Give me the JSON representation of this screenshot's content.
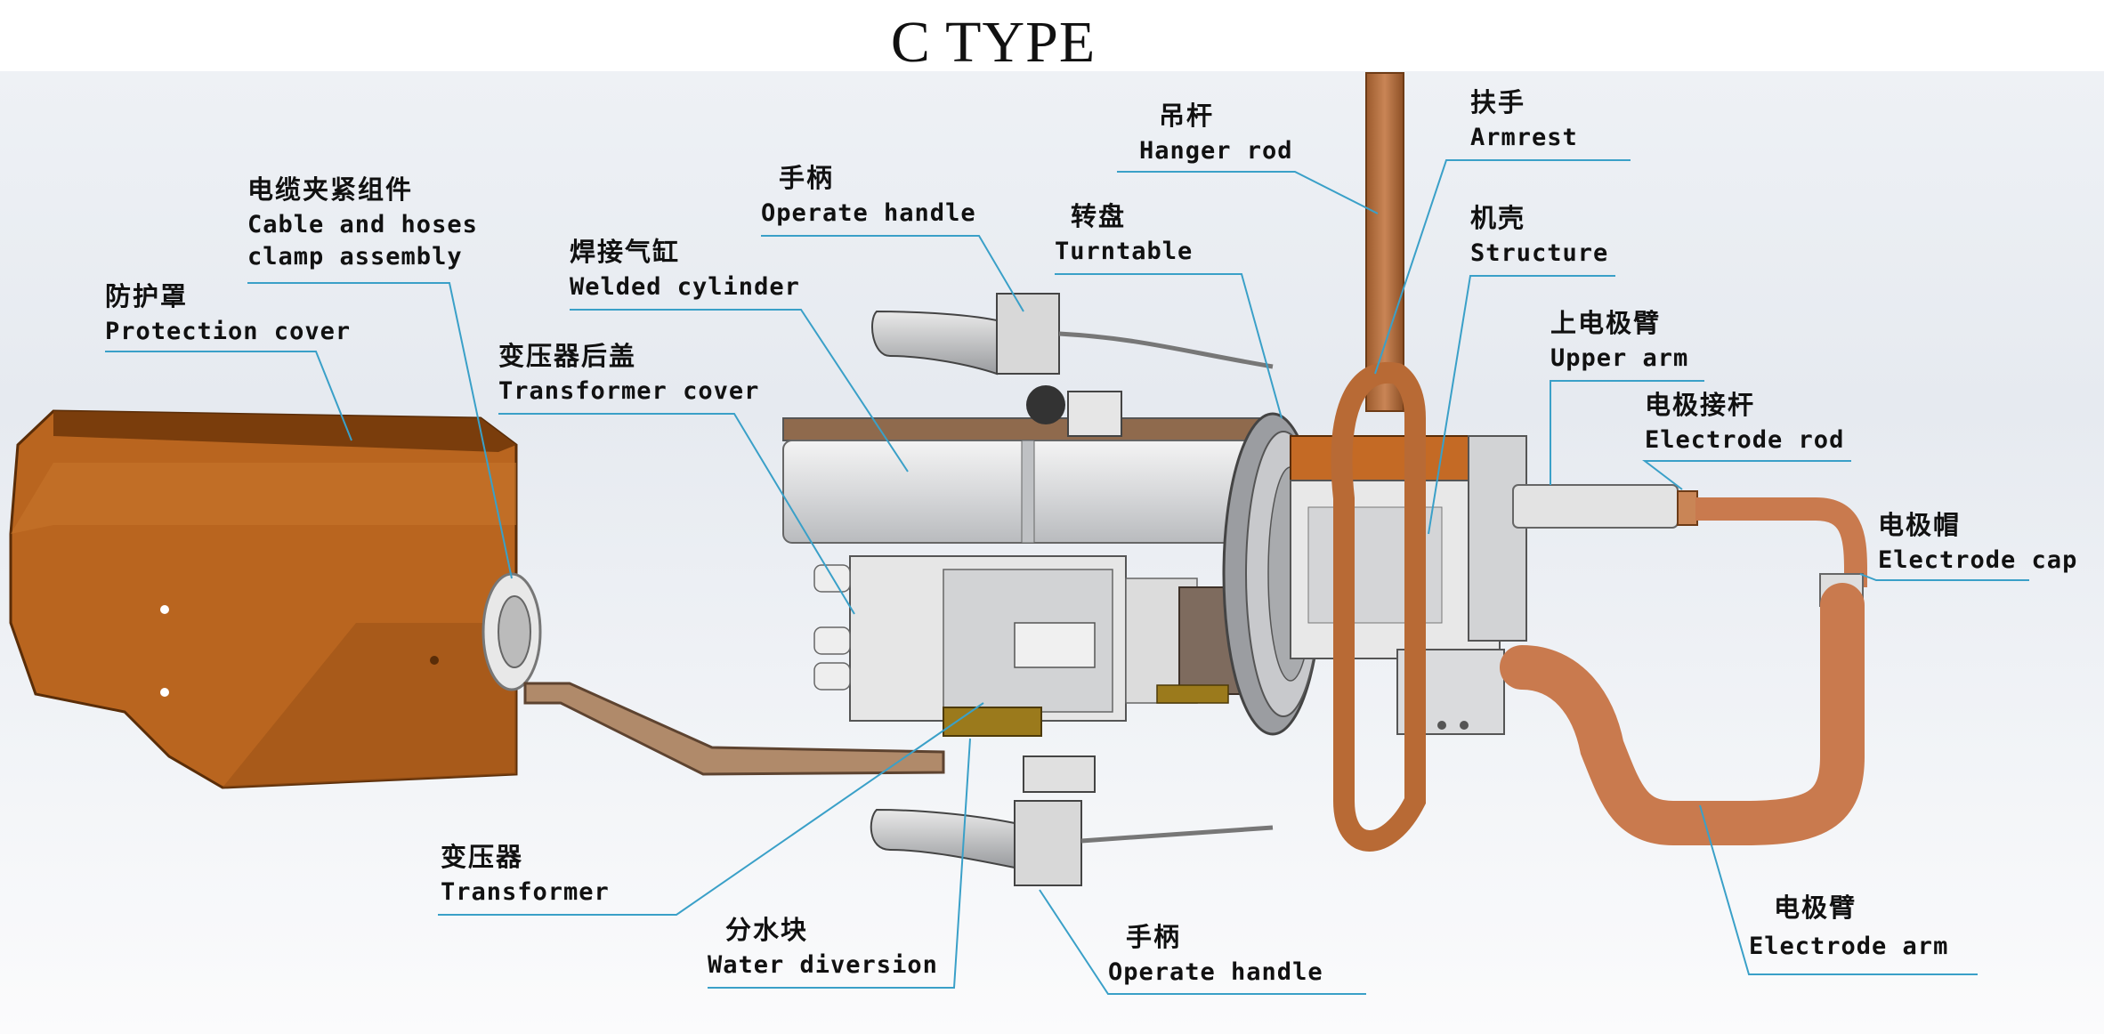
{
  "title": "C TYPE",
  "colors": {
    "copper": "#c46a25",
    "copper_dark": "#8a4712",
    "pipe": "#c97a4e",
    "steel": "#d9dadc",
    "leader": "#3aa0c8"
  },
  "labels": {
    "protection_cover": {
      "zh": "防护罩",
      "en": "Protection cover"
    },
    "cable_clamp": {
      "zh": "电缆夹紧组件",
      "en1": "Cable and hoses",
      "en2": "clamp assembly"
    },
    "welded_cylinder": {
      "zh": "焊接气缸",
      "en": "Welded cylinder"
    },
    "transformer_cover": {
      "zh": "变压器后盖",
      "en": "Transformer cover"
    },
    "operate_handle_top": {
      "zh": "手柄",
      "en": "Operate handle"
    },
    "turntable": {
      "zh": "转盘",
      "en": "Turntable"
    },
    "hanger_rod": {
      "zh": "吊杆",
      "en": "Hanger rod"
    },
    "armrest": {
      "zh": "扶手",
      "en": "Armrest"
    },
    "structure": {
      "zh": "机壳",
      "en": "Structure"
    },
    "upper_arm": {
      "zh": "上电极臂",
      "en": "Upper arm"
    },
    "electrode_rod": {
      "zh": "电极接杆",
      "en": "Electrode rod"
    },
    "electrode_cap": {
      "zh": "电极帽",
      "en": "Electrode cap"
    },
    "electrode_arm": {
      "zh": "电极臂",
      "en": "Electrode arm"
    },
    "transformer": {
      "zh": "变压器",
      "en": "Transformer"
    },
    "water_diversion": {
      "zh": "分水块",
      "en": "Water diversion"
    },
    "operate_handle_bottom": {
      "zh": "手柄",
      "en": "Operate handle"
    }
  }
}
